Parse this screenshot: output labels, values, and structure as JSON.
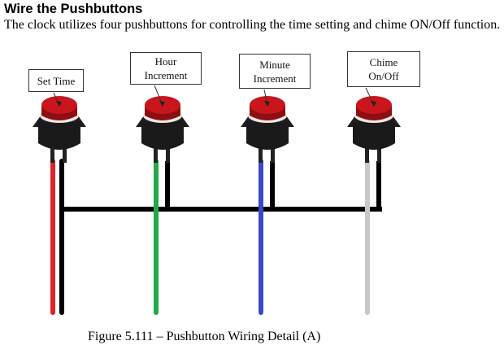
{
  "heading": "Wire the Pushbuttons",
  "paragraph": "The clock utilizes four pushbuttons for controlling the time setting and chime ON/Off function.",
  "buttons": [
    {
      "label_line1": "Set Time",
      "label_line2": "",
      "wire_color": "#e0222a"
    },
    {
      "label_line1": "Hour",
      "label_line2": "Increment",
      "wire_color": "#22a84a"
    },
    {
      "label_line1": "Minute",
      "label_line2": "Increment",
      "wire_color": "#3a48c8"
    },
    {
      "label_line1": "Chime",
      "label_line2": "On/Off",
      "wire_color": "#c8c8c8"
    }
  ],
  "common_wire_color": "#000000",
  "button_cap_color": "#c8161c",
  "caption": "Figure 5.111 – Pushbutton Wiring Detail (A)"
}
